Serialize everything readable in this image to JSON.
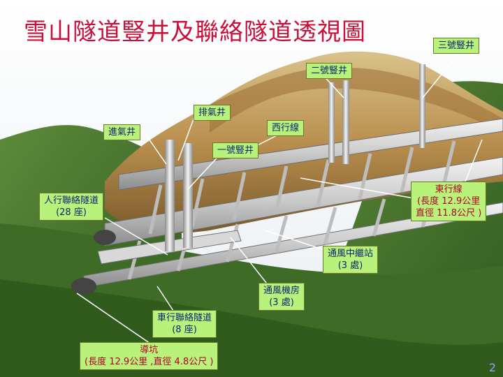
{
  "title": "雪山隧道豎井及聯絡隧道透視圖",
  "labels": {
    "shaft3": "三號豎井",
    "shaft2": "二號豎井",
    "exhaust": "排氣井",
    "intake": "進氣井",
    "westbound": "西行線",
    "shaft1": "一號豎井",
    "eastbound_name": "東行線",
    "eastbound_length": "(長度 12.9公里",
    "eastbound_diameter": "直徑 11.8公尺 )",
    "pedestrian_name": "人行聯絡隧道",
    "pedestrian_count": "(28 座)",
    "ventilation_station_name": "通風中繼站",
    "ventilation_station_count": "(3 處)",
    "fan_room_name": "通風機房",
    "fan_room_count": "(3 處)",
    "vehicle_name": "車行聯絡隧道",
    "vehicle_count": "(8 座)",
    "pilot_name": "導坑",
    "pilot_spec": "(長度 12.9公里 ,直徑 4.8公尺 )"
  },
  "page_number": "2",
  "colors": {
    "title": "#c8103a",
    "label_bg": "#b9f27a",
    "label_text": "#0c2470",
    "label_red": "#b0002a"
  }
}
